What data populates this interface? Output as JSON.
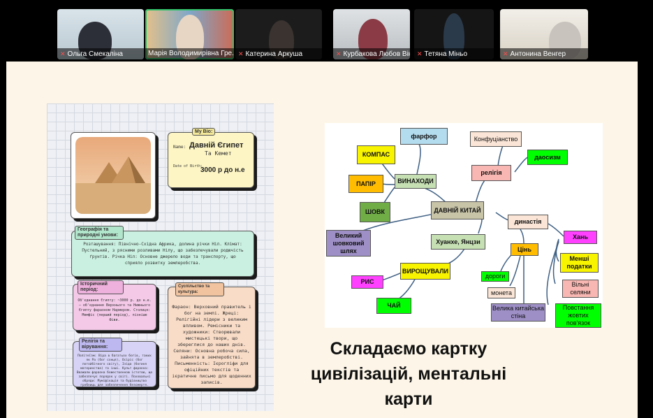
{
  "participants": [
    {
      "name": "Ольга Смекаліна",
      "active": false
    },
    {
      "name": "Марія Володимирівна Гре...",
      "active": true
    },
    {
      "name": "Катерина Аркуша",
      "active": false
    },
    {
      "name": "Курбакова Любов Вікт...",
      "active": false
    },
    {
      "name": "Тетяна Міньо",
      "active": false
    },
    {
      "name": "Антонина Венгер",
      "active": false
    }
  ],
  "card": {
    "my_bio": "My Bio:",
    "name_label": "Name:",
    "name_value": "Давній Єгипет",
    "name_sub": "Та Кемет",
    "dob_label": "Date of Birth:",
    "dob_value": "3000 р до н.е",
    "geo_title": "Географія та природні умови:",
    "geo_text": "Розташування: Північно-Східна Африка, долина річки Ніл. Клімат: Пустельний, з рясними розливами Нілу, що забезпечували родючість ґрунтів. Річка Ніл: Основне джерело води та транспорту, що сприяло розвитку землеробства.",
    "hist_title": "Історичний період:",
    "hist_text": "Об'єднання Єгипту: ~3000 р. до н.е. — об'єднання Верхнього та Нижнього Єгипту фараоном Нармером. Столиця: Мемфіс (перший період), пізніше Фіви.",
    "soc_title": "Суспільство та культура:",
    "soc_text": "Фараон: Верховний правитель і бог на землі. Жреці: Релігійні лідери з великим впливом. Ремісники та художники: Створювали мистецькі твори, що збереглися до наших днів. Селяни: Основна робоча сила, зайнята в землеробстві. Письменність: Ієрогліфи для офіційних текстів та ієратичне письмо для щоденних записів.",
    "rel_title": "Релігія та вірування:",
    "rel_text": "Політеїзм: Віра в багатьох богів, таких як Ра (бог сонця), Осіріс (бог потойбічного світу), Ізіда (богиня материнства) та інші. Культ фараона: Вважали фараона божественною істотою, що забезпечує порядок у світі. Поховальні обряди: Муміфікація та будівництво гробниць для забезпечення безсмертя."
  },
  "mindmap": {
    "center": "ДАВНІЙ КИТАЙ",
    "nodes": {
      "farfor": "фарфор",
      "kompas": "КОМПАС",
      "papir": "ПАПІР",
      "vynakhody": "ВИНАХОДИ",
      "shovk": "ШОВК",
      "konfutsianstvo": "Конфуціанство",
      "religiia": "релігія",
      "daosyzm": "даосизм",
      "shovkovyi_shliakh": "Великий шовковий шлях",
      "khuankhe": "Хуанхе, Янцзи",
      "vyroshchuvaly": "ВИРОЩУВАЛИ",
      "rys": "РИС",
      "chai": "ЧАЙ",
      "dynastiia": "династія",
      "khan": "Хань",
      "tsin": "Цінь",
      "menshi_podatky": "Менші податки",
      "dorogy": "дороги",
      "moneta": "монета",
      "vilni_seliany": "Вільні селяни",
      "velyka_stina": "Велика китайська стіна",
      "povstannia": "Повстання жовтих пов'язок"
    }
  },
  "caption": {
    "line1": "Складаємо картку",
    "line2": "цивілізацій, ментальні",
    "line3": "карти"
  },
  "colors": {
    "active_speaker": "#34c16b",
    "slide_bg": "#fdf6e8"
  }
}
